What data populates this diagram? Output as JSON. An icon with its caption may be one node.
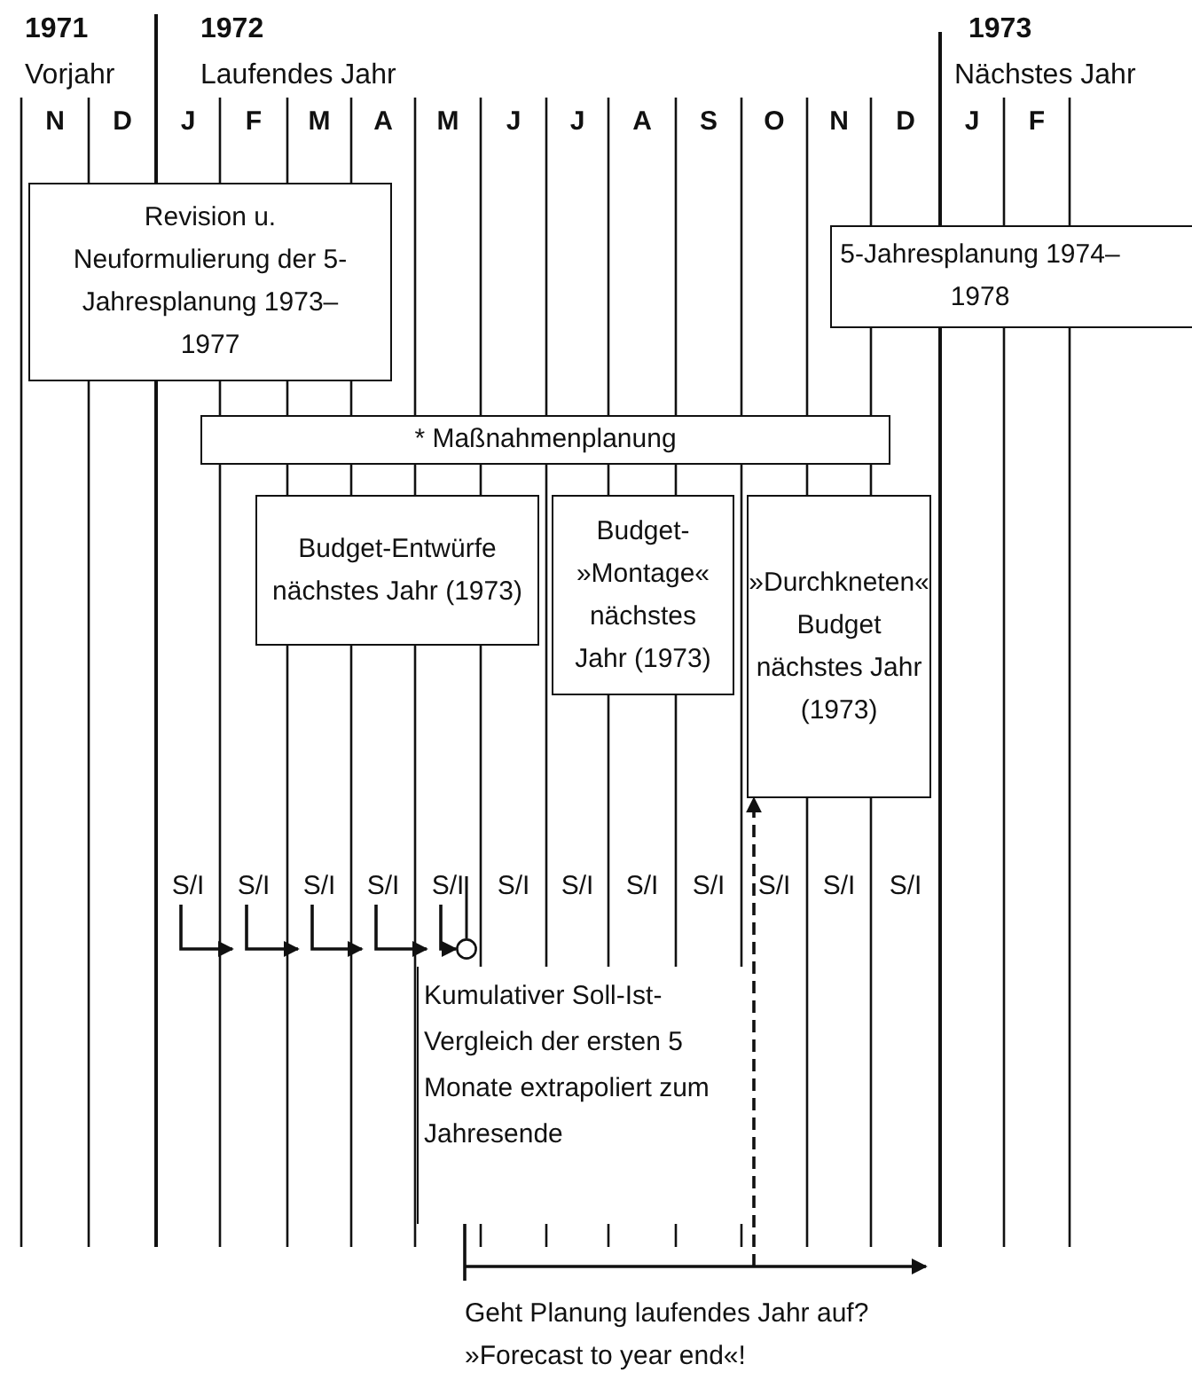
{
  "diagram": {
    "nodes": [
      {
        "text": [
          "Revision u. Neuformulierung der 5-Jahresplanung 1973–1977"
        ]
      },
      {
        "text": [
          "5-Jahresplanung 1974–1978"
        ]
      },
      {
        "text": [
          "* Maßnahmenplanung"
        ]
      },
      {
        "text": [
          "Budget-Entwürfe nächstes Jahr (1973)"
        ]
      },
      {
        "text": [
          "Budget-»Montage« nächstes Jahr (1973)"
        ]
      },
      {
        "text": [
          "»Durchkneten« Budget nächstes Jahr (1973)"
        ]
      },
      {
        "text": [
          "S/I"
        ]
      },
      {
        "text": [
          "S/I"
        ]
      },
      {
        "text": [
          "S/I"
        ]
      },
      {
        "text": [
          "S/I"
        ]
      },
      {
        "text": [
          "S/I"
        ]
      },
      {
        "text": [
          "S/I"
        ]
      },
      {
        "text": [
          "S/I"
        ]
      },
      {
        "text": [
          "S/I"
        ]
      },
      {
        "text": [
          "S/I"
        ]
      },
      {
        "text": [
          "S/I"
        ]
      },
      {
        "text": [
          "S/I"
        ]
      },
      {
        "text": [
          "S/I"
        ]
      },
      {
        "text": [],
        "shape": "circle"
      },
      {
        "text": [
          "Kumulativer Soll-Ist-Vergleich der ersten 5 Monate extrapoliert zum Jahresende"
        ]
      }
    ],
    "edges": [
      {
        "from": 6,
        "to": 7,
        "arrow": "to"
      },
      {
        "from": 7,
        "to": 8,
        "arrow": "to"
      },
      {
        "from": 8,
        "to": 9,
        "arrow": "to"
      },
      {
        "from": 9,
        "to": 10,
        "arrow": "to"
      },
      {
        "from": 10,
        "to": 18,
        "arrow": "to"
      },
      {
        "from": 19,
        "to": null,
        "arrow": "to",
        "label": "Geht Planung laufendes Jahr auf? »Forecast to year end«!"
      },
      {
        "from": 19,
        "to": 5,
        "arrow": "to",
        "style": "dashed"
      }
    ],
    "labels": [
      "1971",
      "1972",
      "1973",
      "Vorjahr",
      "Laufendes Jahr",
      "Nächstes Jahr",
      "N",
      "D",
      "J",
      "F",
      "M",
      "A",
      "M",
      "J",
      "J",
      "A",
      "S",
      "O",
      "N",
      "D",
      "J",
      "F"
    ]
  }
}
